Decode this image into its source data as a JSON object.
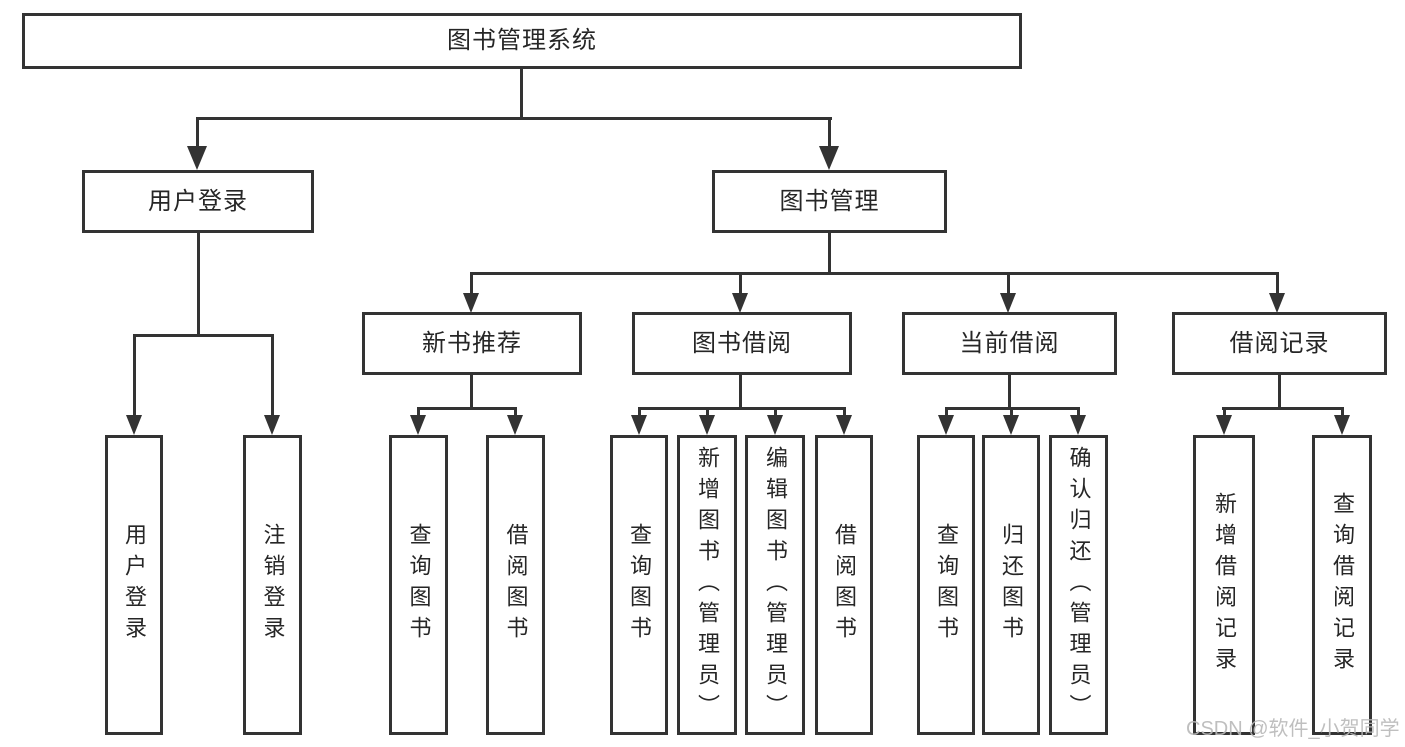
{
  "diagram": {
    "root": "图书管理系统",
    "level2": [
      "用户登录",
      "图书管理"
    ],
    "level3": [
      "新书推荐",
      "图书借阅",
      "当前借阅",
      "借阅记录"
    ],
    "leaves": {
      "user_login": [
        "用户登录",
        "注销登录"
      ],
      "new_book": [
        "查询图书",
        "借阅图书"
      ],
      "book_borrow": [
        "查询图书",
        "新增图书（管理员）",
        "编辑图书（管理员）",
        "借阅图书"
      ],
      "current_borrow": [
        "查询图书",
        "归还图书",
        "确认归还（管理员）"
      ],
      "borrow_records": [
        "新增借阅记录",
        "查询借阅记录"
      ]
    },
    "watermark": "CSDN @软件_小贺同学",
    "colors": {
      "line": "#333333",
      "text": "#262626",
      "watermark": "#b9b9b9",
      "background": "#ffffff"
    }
  }
}
